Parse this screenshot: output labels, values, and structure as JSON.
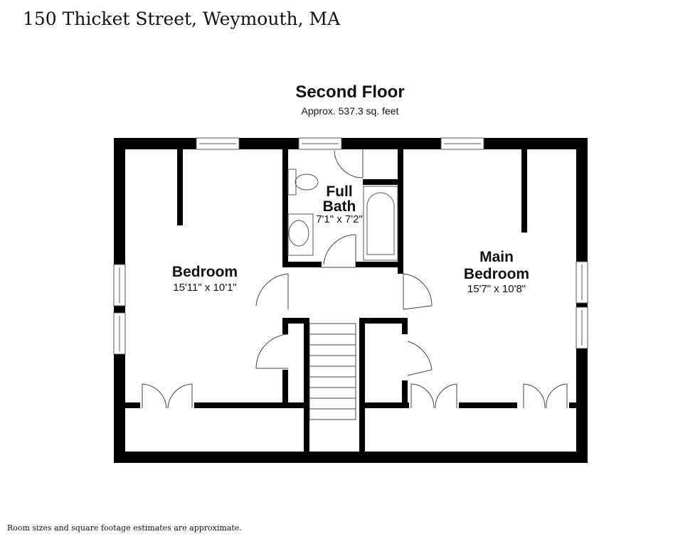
{
  "title": "150 Thicket Street, Weymouth, MA",
  "floor": {
    "name": "Second Floor",
    "area": "Approx. 537.3 sq. feet"
  },
  "rooms": [
    {
      "name": "Bedroom",
      "dims": "15'11\" x 10'1\""
    },
    {
      "name_line1": "Full",
      "name_line2": "Bath",
      "dims": "7'1\" x 7'2\""
    },
    {
      "name_line1": "Main",
      "name_line2": "Bedroom",
      "dims": "15'7\" x 10'8\""
    }
  ],
  "footer": "Room sizes and square footage estimates are approximate."
}
